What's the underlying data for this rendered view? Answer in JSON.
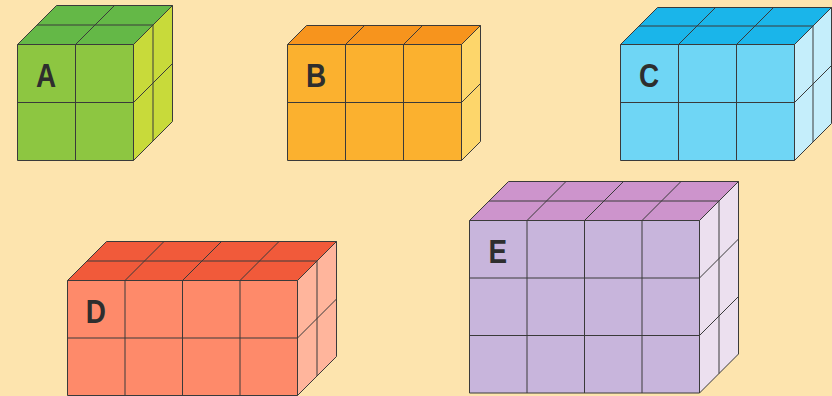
{
  "diagram": {
    "nodes": [
      {
        "text": [
          "A"
        ]
      },
      {
        "text": [
          "B"
        ]
      },
      {
        "text": [
          "C"
        ]
      },
      {
        "text": [
          "D"
        ]
      },
      {
        "text": [
          "E"
        ]
      }
    ]
  }
}
